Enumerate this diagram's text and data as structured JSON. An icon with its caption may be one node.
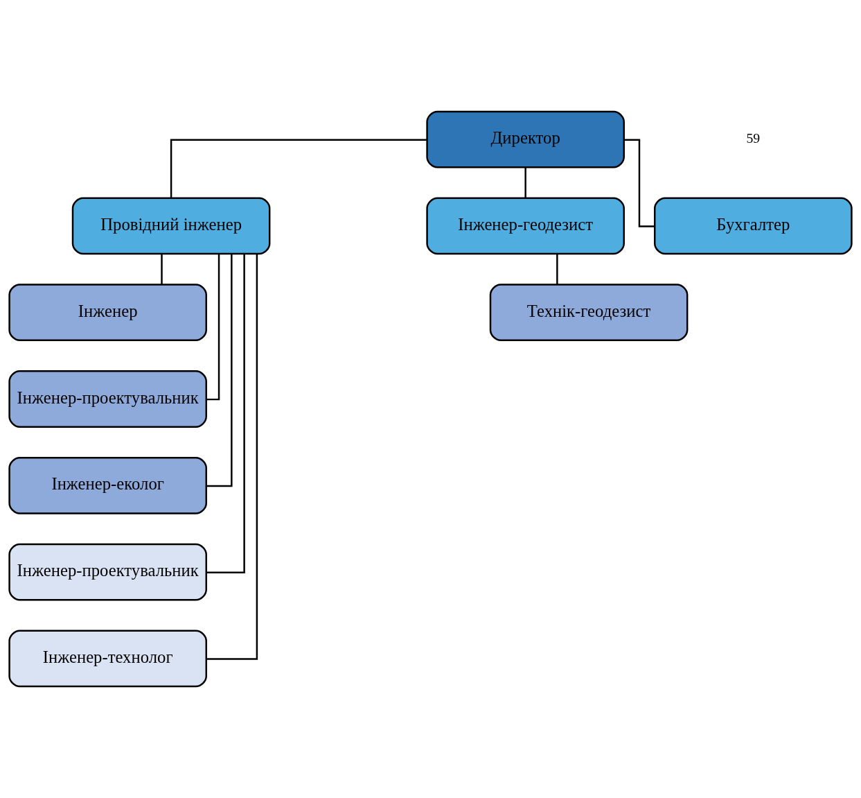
{
  "diagram": {
    "nodes": [
      {
        "text": [
          "Директор"
        ]
      },
      {
        "text": [
          "Провідний інженер"
        ]
      },
      {
        "text": [
          "Інженер-геодезист"
        ]
      },
      {
        "text": [
          "Бухгалтер"
        ]
      },
      {
        "text": [
          "Інженер"
        ]
      },
      {
        "text": [
          "Інженер-проектувальник"
        ]
      },
      {
        "text": [
          "Інженер-еколог"
        ]
      },
      {
        "text": [
          "Інженер-проектувальник"
        ]
      },
      {
        "text": [
          "Інженер-технолог"
        ]
      },
      {
        "text": [
          "Технік-геодезист"
        ]
      }
    ],
    "edges": [
      {
        "from": 0,
        "to": 1,
        "arrow": "none"
      },
      {
        "from": 0,
        "to": 2,
        "arrow": "none"
      },
      {
        "from": 0,
        "to": 3,
        "arrow": "none"
      },
      {
        "from": 1,
        "to": 4,
        "arrow": "none"
      },
      {
        "from": 1,
        "to": 5,
        "arrow": "none"
      },
      {
        "from": 1,
        "to": 6,
        "arrow": "none"
      },
      {
        "from": 1,
        "to": 7,
        "arrow": "none"
      },
      {
        "from": 1,
        "to": 8,
        "arrow": "none"
      },
      {
        "from": 2,
        "to": 9,
        "arrow": "none"
      }
    ],
    "labels": [
      "59"
    ]
  }
}
